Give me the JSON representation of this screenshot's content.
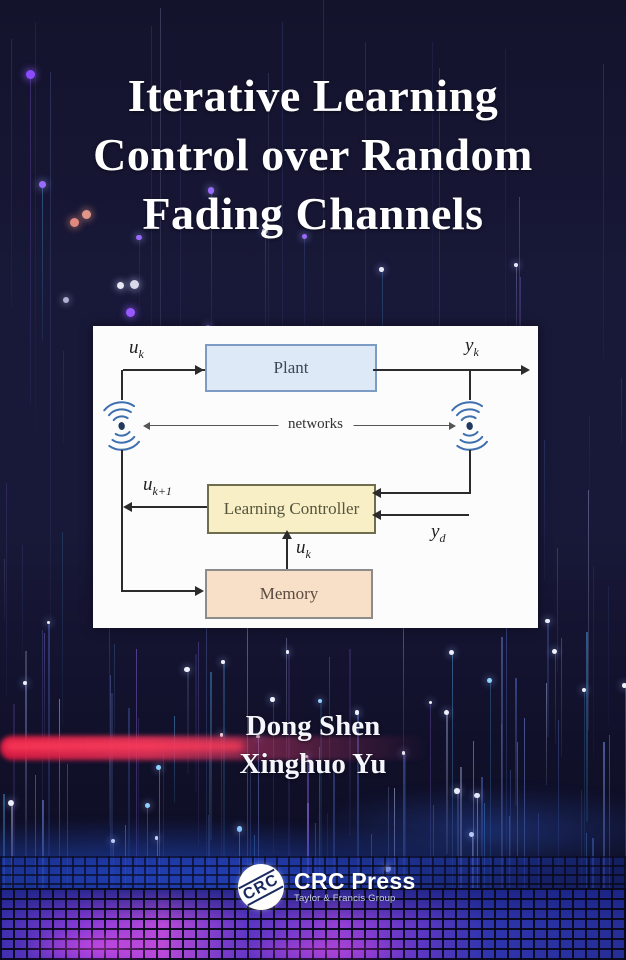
{
  "palette": {
    "background_navy": "#181838",
    "title_text": "#ffffff",
    "plant_fill": "#dde9f6",
    "plant_border": "#7d9cc4",
    "controller_fill": "#f9efc6",
    "controller_border": "#6e6e4e",
    "memory_fill": "#f8dfc7",
    "memory_border": "#8c8c8c",
    "diagram_line": "#2b2b2b",
    "wifi_blue": "#3e6fae",
    "glow_red": "#d42a55",
    "glow_blue": "#2a50d4",
    "glow_magenta": "#c44fd4"
  },
  "cover": {
    "title_lines": [
      "Iterative Learning",
      "Control over Random",
      "Fading Channels"
    ],
    "authors": [
      "Dong Shen",
      "Xinghuo Yu"
    ]
  },
  "publisher": {
    "logo_text": "CRC",
    "name": "CRC Press",
    "tagline": "Taylor & Francis Group"
  },
  "diagram": {
    "plant_label": "Plant",
    "controller_label": "Learning Controller",
    "memory_label": "Memory",
    "network_label": "networks",
    "signals": {
      "input": {
        "base": "u",
        "sub": "k"
      },
      "output": {
        "base": "y",
        "sub": "k"
      },
      "next_input": {
        "base": "u",
        "sub": "k+1"
      },
      "memory_input": {
        "base": "u",
        "sub": "k"
      },
      "reference": {
        "base": "y",
        "sub": "d"
      }
    }
  }
}
